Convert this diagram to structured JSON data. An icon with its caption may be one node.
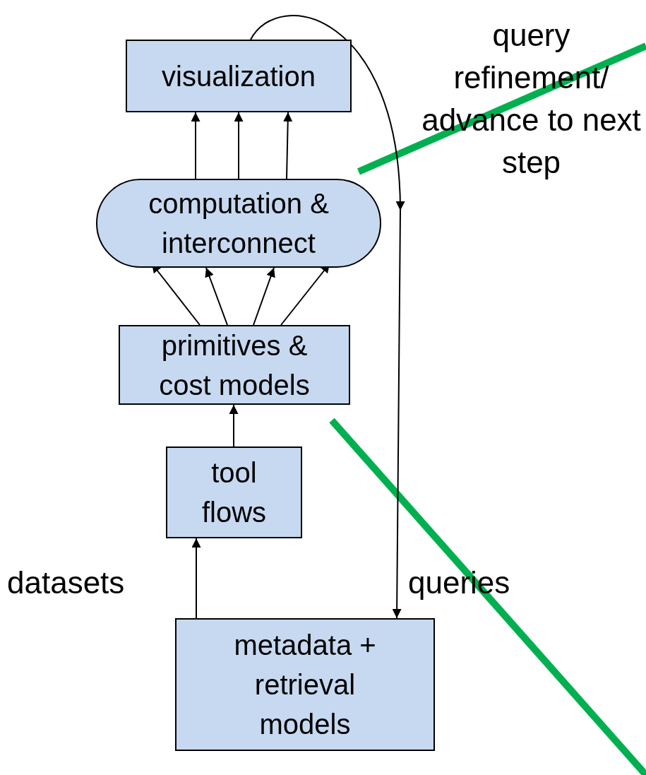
{
  "diagram": {
    "nodes": [
      {
        "text": [
          "visualization"
        ]
      },
      {
        "text": [
          "computation & interconnect"
        ]
      },
      {
        "text": [
          "primitives & cost models"
        ]
      },
      {
        "text": [
          "tool flows"
        ]
      },
      {
        "text": [
          "metadata + retrieval models"
        ]
      }
    ],
    "edges": [
      {
        "from": 1,
        "to": 0,
        "arrow": "to"
      },
      {
        "from": 1,
        "to": 0,
        "arrow": "to"
      },
      {
        "from": 1,
        "to": 0,
        "arrow": "to"
      },
      {
        "from": 2,
        "to": 1,
        "arrow": "to"
      },
      {
        "from": 2,
        "to": 1,
        "arrow": "to"
      },
      {
        "from": 2,
        "to": 1,
        "arrow": "to"
      },
      {
        "from": 2,
        "to": 1,
        "arrow": "to"
      },
      {
        "from": 3,
        "to": 2,
        "arrow": "to"
      },
      {
        "from": 4,
        "to": 3,
        "arrow": "to",
        "label": "datasets"
      },
      {
        "from": 0,
        "to": 4,
        "arrow": "to",
        "label": "query refinement/ advance to next step"
      }
    ],
    "labels": [
      "queries"
    ]
  }
}
